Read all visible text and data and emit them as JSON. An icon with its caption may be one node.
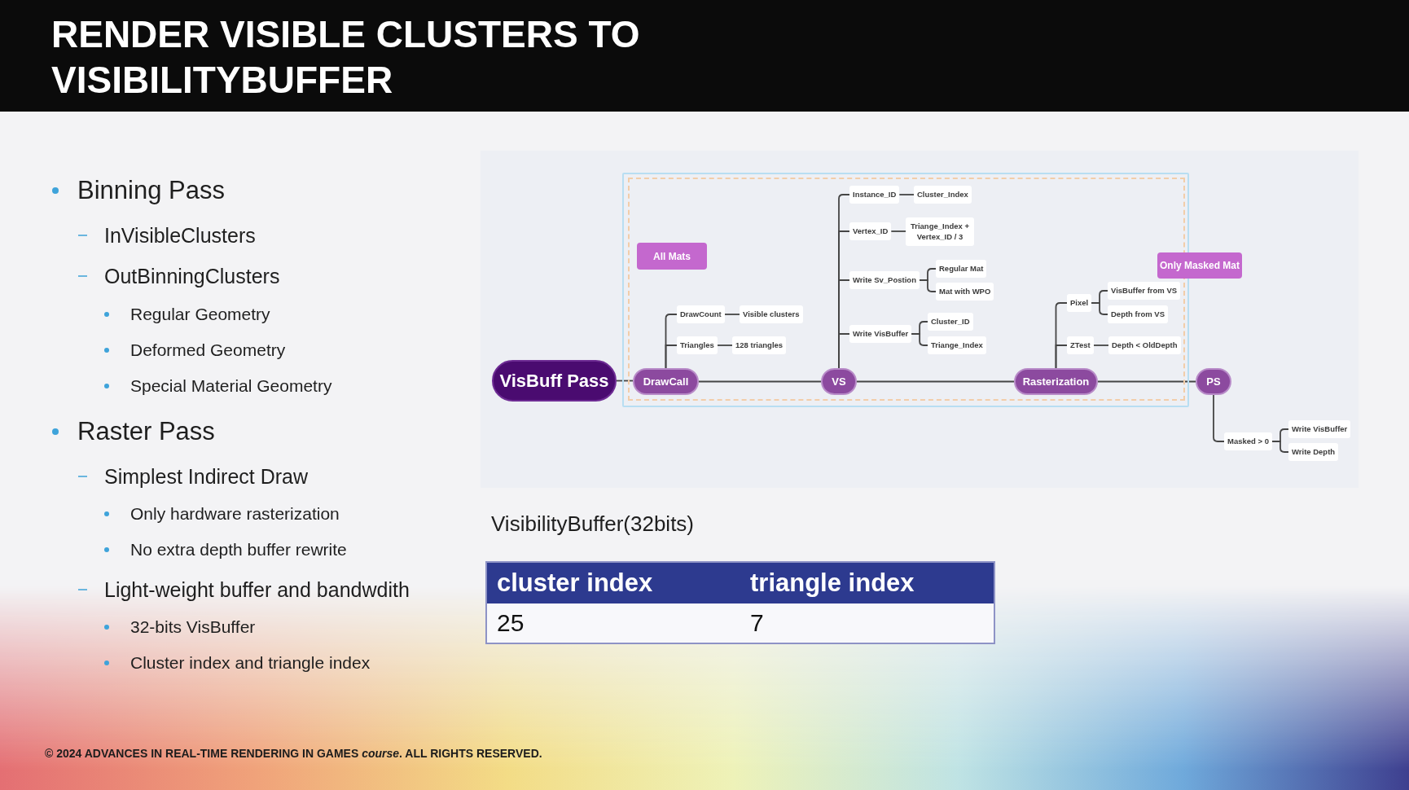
{
  "diagram": {
    "title": "RENDER VISIBLE CLUSTERS TO VISIBILITYBUFFER",
    "nodes": [
      {
        "text": [
          "VisBuff Pass"
        ]
      },
      {
        "text": [],
        "shape": "box"
      },
      {
        "text": [],
        "shape": "box",
        "in": 1
      },
      {
        "text": [
          "All Mats"
        ],
        "in": 2
      },
      {
        "text": [
          "DrawCall"
        ],
        "in": 2
      },
      {
        "text": [
          "DrawCount"
        ],
        "in": 2
      },
      {
        "text": [
          "Visible clusters"
        ],
        "in": 2
      },
      {
        "text": [
          "Triangles"
        ],
        "in": 2
      },
      {
        "text": [
          "128 triangles"
        ],
        "in": 2
      },
      {
        "text": [
          "VS"
        ],
        "in": 2
      },
      {
        "text": [
          "Instance_ID"
        ],
        "in": 2
      },
      {
        "text": [
          "Cluster_Index"
        ],
        "in": 2
      },
      {
        "text": [
          "Vertex_ID"
        ],
        "in": 2
      },
      {
        "text": [
          "Triange_Index + Vertex_ID / 3"
        ],
        "in": 2
      },
      {
        "text": [
          "Write Sv_Postion"
        ],
        "in": 2
      },
      {
        "text": [
          "Regular Mat"
        ],
        "in": 2
      },
      {
        "text": [
          "Mat with WPO"
        ],
        "in": 2
      },
      {
        "text": [
          "Write VisBuffer"
        ],
        "in": 2
      },
      {
        "text": [
          "Cluster_ID"
        ],
        "in": 2
      },
      {
        "text": [
          "Triange_Index"
        ],
        "in": 2
      },
      {
        "text": [
          "Rasterization"
        ],
        "in": 2
      },
      {
        "text": [
          "Pixel"
        ],
        "in": 2
      },
      {
        "text": [
          "VisBuffer from VS"
        ],
        "in": 2
      },
      {
        "text": [
          "Depth from VS"
        ],
        "in": 2
      },
      {
        "text": [
          "ZTest"
        ],
        "in": 2
      },
      {
        "text": [
          "Depth < OldDepth"
        ],
        "in": 2
      },
      {
        "text": [
          "Only Masked Mat"
        ]
      },
      {
        "text": [
          "PS"
        ]
      },
      {
        "text": [
          "Masked > 0"
        ]
      },
      {
        "text": [
          "Write VisBuffer"
        ]
      },
      {
        "text": [
          "Write Depth"
        ]
      }
    ],
    "edges": [
      {
        "from": 0,
        "to": 4,
        "arrow": "none"
      },
      {
        "from": 4,
        "to": 9,
        "arrow": "none"
      },
      {
        "from": 9,
        "to": 20,
        "arrow": "none"
      },
      {
        "from": 20,
        "to": 27,
        "arrow": "none"
      },
      {
        "from": 4,
        "to": 5,
        "arrow": "none"
      },
      {
        "from": 4,
        "to": 7,
        "arrow": "none"
      },
      {
        "from": 5,
        "to": 6,
        "arrow": "none"
      },
      {
        "from": 7,
        "to": 8,
        "arrow": "none"
      },
      {
        "from": 9,
        "to": 10,
        "arrow": "none"
      },
      {
        "from": 9,
        "to": 12,
        "arrow": "none"
      },
      {
        "from": 9,
        "to": 14,
        "arrow": "none"
      },
      {
        "from": 9,
        "to": 17,
        "arrow": "none"
      },
      {
        "from": 10,
        "to": 11,
        "arrow": "none"
      },
      {
        "from": 12,
        "to": 13,
        "arrow": "none"
      },
      {
        "from": 14,
        "to": 15,
        "arrow": "none"
      },
      {
        "from": 14,
        "to": 16,
        "arrow": "none"
      },
      {
        "from": 17,
        "to": 18,
        "arrow": "none"
      },
      {
        "from": 17,
        "to": 19,
        "arrow": "none"
      },
      {
        "from": 20,
        "to": 21,
        "arrow": "none"
      },
      {
        "from": 20,
        "to": 24,
        "arrow": "none"
      },
      {
        "from": 21,
        "to": 22,
        "arrow": "none"
      },
      {
        "from": 21,
        "to": 23,
        "arrow": "none"
      },
      {
        "from": 24,
        "to": 25,
        "arrow": "none"
      },
      {
        "from": 27,
        "to": 28,
        "arrow": "none"
      },
      {
        "from": 28,
        "to": 29,
        "arrow": "none"
      },
      {
        "from": 28,
        "to": 30,
        "arrow": "none"
      }
    ],
    "labels": [
      "Binning Pass",
      "InVisibleClusters",
      "OutBinningClusters",
      "Regular Geometry",
      "Deformed Geometry",
      "Special Material Geometry",
      "Raster Pass",
      "Simplest Indirect Draw",
      "Only hardware rasterization",
      "No extra depth buffer rewrite",
      "Light-weight buffer and bandwdith",
      "32-bits VisBuffer",
      "Cluster index and triangle index",
      "VisibilityBuffer(32bits)",
      "cluster index",
      "triangle index",
      "25",
      "7",
      "© 2024 ADVANCES IN REAL-TIME RENDERING IN GAMES *course*. ALL RIGHTS RESERVED."
    ]
  }
}
